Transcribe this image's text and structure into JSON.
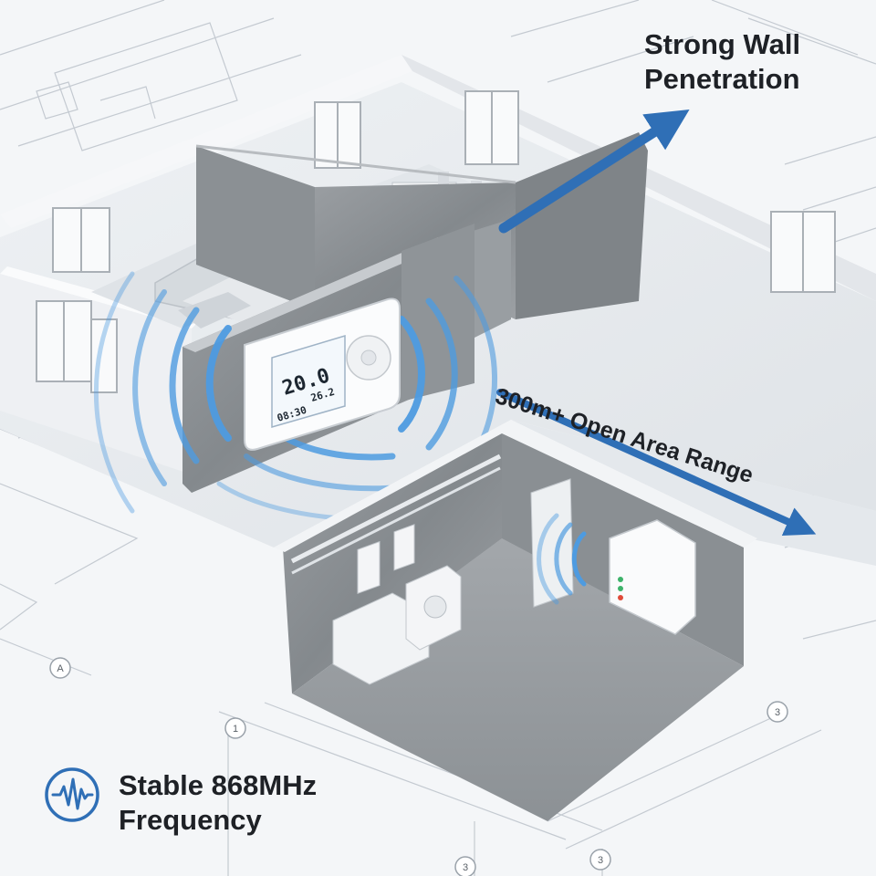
{
  "labels": {
    "wall_line1": "Strong Wall",
    "wall_line2": "Penetration",
    "range": "300m+ Open Area Range",
    "freq_line1": "Stable 868MHz",
    "freq_line2": "Frequency"
  },
  "thermostat": {
    "temperature": "20.0",
    "secondary": "26.2",
    "clock": "08:30"
  },
  "blueprint": {
    "dimension_marks": [
      "A",
      "1",
      "3",
      "3",
      "3"
    ]
  },
  "icons": {
    "badge": "waveform-icon",
    "arrows": "arrow-icon",
    "signal": "signal-waves-icon"
  },
  "colors": {
    "accent_blue": "#2f6fb6",
    "wave_blue": "#4e9be0",
    "concrete": "#8e9397",
    "wall_white": "#e9ecef",
    "text_dark": "#1e2126"
  }
}
